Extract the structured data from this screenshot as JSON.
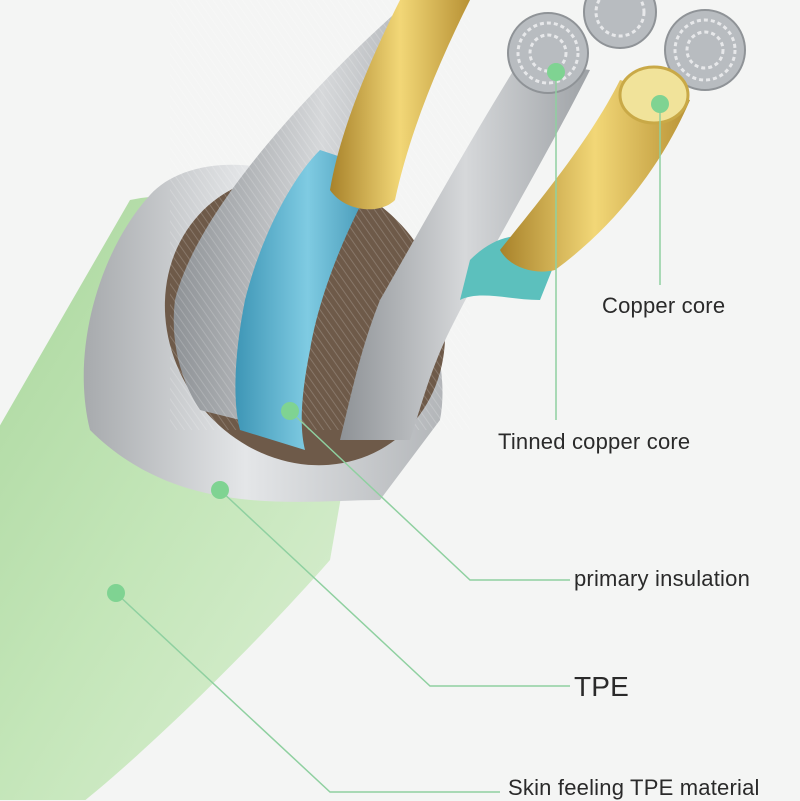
{
  "labels": {
    "copper_core": "Copper core",
    "tinned_copper_core": "Tinned copper core",
    "primary_insulation": "primary insulation",
    "tpe": "TPE",
    "skin_tpe": "Skin feeling TPE material"
  },
  "colors": {
    "jacket": "#bfe3b4",
    "shell": "#c7c9cb",
    "insulation": "#5eb4cf",
    "copper": "#d9b64a",
    "tinned": "#b9bcc0",
    "marker": "#7fd392",
    "leader": "#8fd0a0"
  }
}
